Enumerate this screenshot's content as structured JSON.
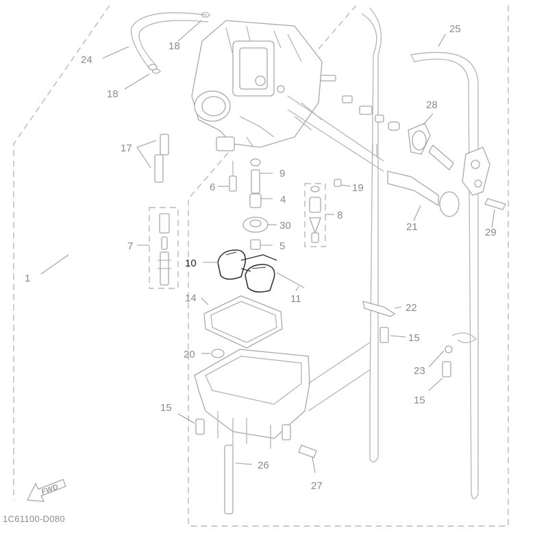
{
  "diagram": {
    "code": "1C61100-D080",
    "direction_label": "FWD",
    "highlighted_part": "10",
    "colors": {
      "linework": "#b4b4b4",
      "label": "#8a8a8a",
      "highlight": "#222222"
    }
  },
  "labels": {
    "p1": "1",
    "p4": "4",
    "p5": "5",
    "p6": "6",
    "p7": "7",
    "p8": "8",
    "p9": "9",
    "p10": "10",
    "p11": "11",
    "p14": "14",
    "p15a": "15",
    "p15b": "15",
    "p15c": "15",
    "p17": "17",
    "p18a": "18",
    "p18b": "18",
    "p19": "19",
    "p20": "20",
    "p21": "21",
    "p22": "22",
    "p23": "23",
    "p24": "24",
    "p25": "25",
    "p26": "26",
    "p27": "27",
    "p28": "28",
    "p29": "29",
    "p30": "30"
  }
}
